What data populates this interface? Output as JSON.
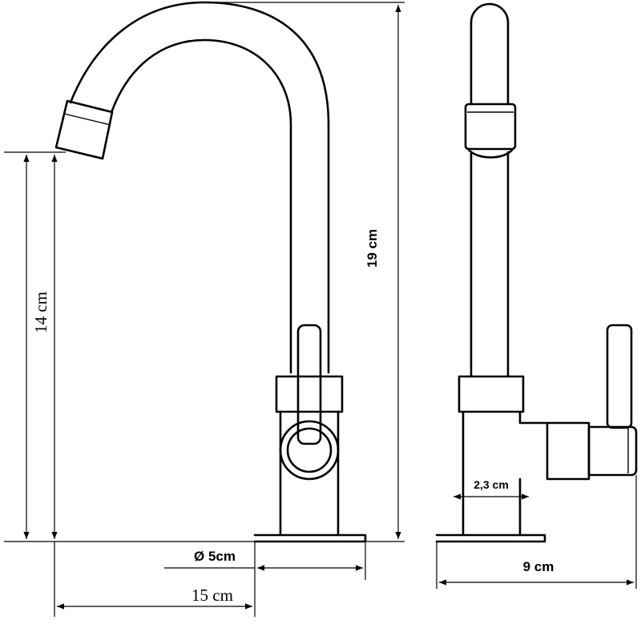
{
  "dimensions": {
    "overall_height": "19 cm",
    "spout_height": "14 cm",
    "base_diameter": "Ø 5cm",
    "reach": "15 cm",
    "side_depth": "9 cm",
    "body_width": "2,3 cm"
  }
}
